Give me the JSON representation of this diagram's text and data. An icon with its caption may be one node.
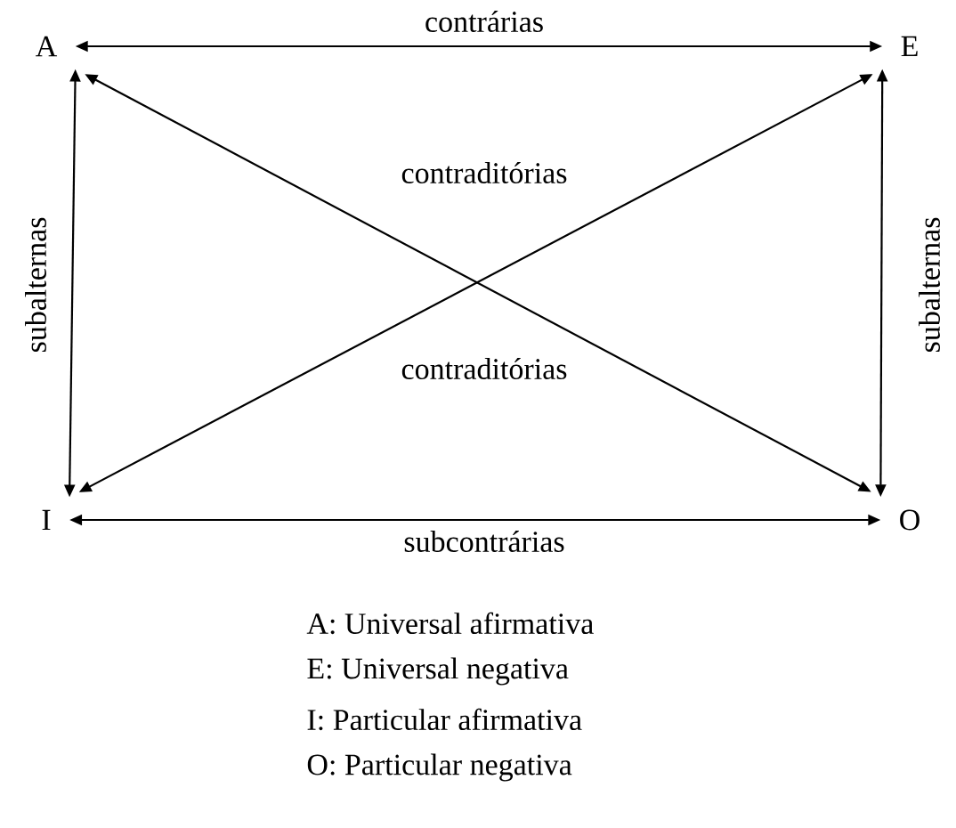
{
  "diagram": {
    "nodes": [
      {
        "text": [
          "A"
        ]
      },
      {
        "text": [
          "E"
        ]
      },
      {
        "text": [
          "I"
        ]
      },
      {
        "text": [
          "O"
        ]
      }
    ],
    "edges": [
      {
        "from": 0,
        "to": 1,
        "arrow": "both",
        "label": "contrárias"
      },
      {
        "from": 0,
        "to": 2,
        "arrow": "both",
        "label": "subalternas"
      },
      {
        "from": 1,
        "to": 3,
        "arrow": "both",
        "label": "subalternas"
      },
      {
        "from": 0,
        "to": 3,
        "arrow": "both",
        "label": "contraditórias"
      },
      {
        "from": 2,
        "to": 1,
        "arrow": "both",
        "label": "contraditórias"
      },
      {
        "from": 2,
        "to": 3,
        "arrow": "both",
        "label": "subcontrárias"
      }
    ],
    "labels": [
      "A: Universal afirmativa",
      "E: Universal negativa",
      "I: Particular afirmativa",
      "O: Particular negativa"
    ]
  }
}
